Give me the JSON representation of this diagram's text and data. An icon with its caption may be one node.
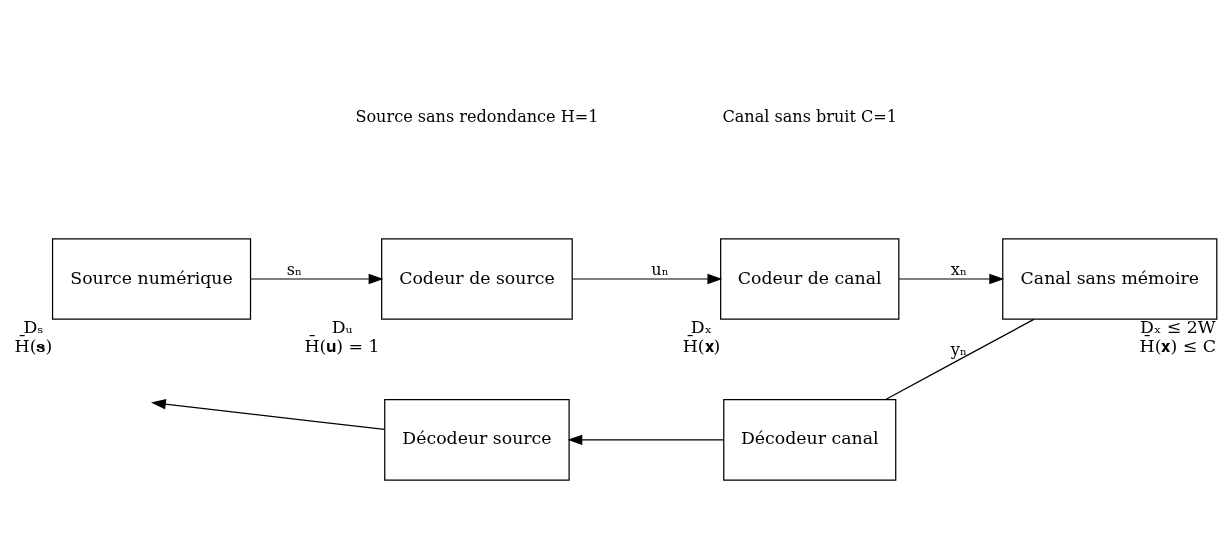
{
  "diagram": {
    "nodes": [
      {
        "text": [
          "Source numérique"
        ],
        "beside": [
          "Dₛ",
          "H̄(𝐬)"
        ]
      },
      {
        "text": [
          "Codeur de source"
        ],
        "beside": [
          "Dᵤ",
          "H̄(𝐮) = 1"
        ]
      },
      {
        "text": [
          "Codeur de canal"
        ],
        "beside": [
          "Dₓ",
          "H̄(𝐱)"
        ]
      },
      {
        "text": [
          "Canal sans mémoire"
        ],
        "beside": [
          "Dₓ ≤ 2W",
          "H̄(𝐱) ≤ C"
        ]
      },
      {
        "text": [
          "Décodeur canal"
        ]
      },
      {
        "text": [
          "Décodeur source"
        ]
      }
    ],
    "edges": [
      {
        "from": 0,
        "to": 1,
        "arrow": "to",
        "label": "sₙ"
      },
      {
        "from": 1,
        "to": 2,
        "arrow": "to",
        "label": "uₙ"
      },
      {
        "from": 2,
        "to": 3,
        "arrow": "to",
        "label": "xₙ"
      },
      {
        "from": 3,
        "to": 4,
        "arrow": "none",
        "label": "yₙ"
      },
      {
        "from": 4,
        "to": 5,
        "arrow": "to"
      },
      {
        "from": 5,
        "to": null,
        "arrow": "to"
      }
    ],
    "labels": [
      "Source sans redondance H=1",
      "Canal sans bruit C=1"
    ]
  }
}
